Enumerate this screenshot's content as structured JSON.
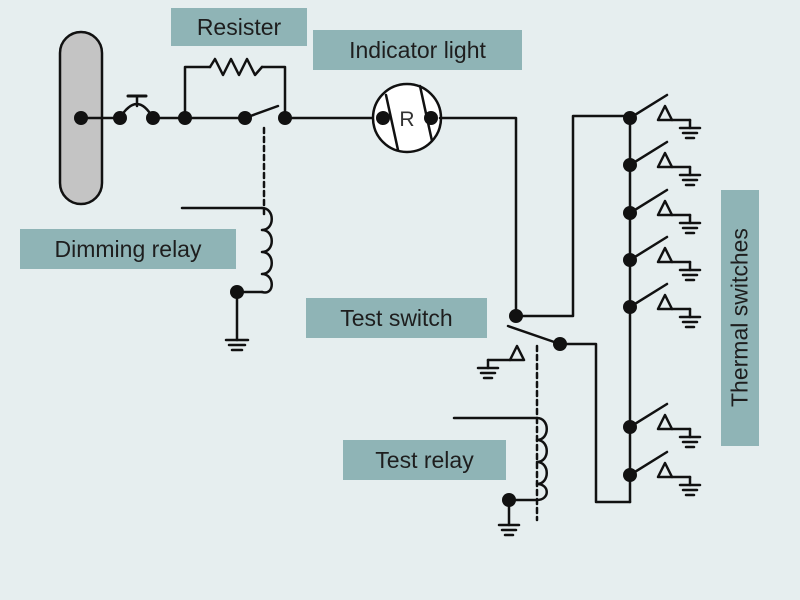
{
  "labels": {
    "resister": "Resister",
    "indicator_light": "Indicator light",
    "dimming_relay": "Dimming relay",
    "test_switch": "Test switch",
    "test_relay": "Test relay",
    "thermal_switches": "Thermal switches"
  },
  "lamp_letter": "R",
  "colors": {
    "background": "#e6eeef",
    "label_fill": "#8fb4b6",
    "wire": "#111111",
    "power_source_fill": "#c4c4c4"
  }
}
